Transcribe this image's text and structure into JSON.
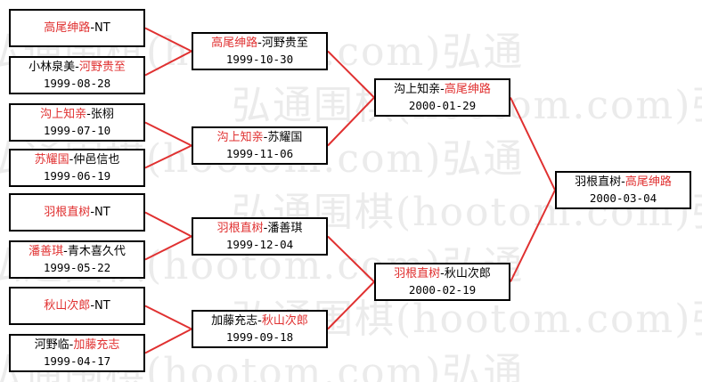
{
  "watermark": {
    "text": "弘通围棋(hootom.com)弘通"
  },
  "colors": {
    "winner": "#e03030",
    "line": "#e03030",
    "border": "#000000"
  },
  "rounds": [
    {
      "matches": [
        {
          "p1": "高尾绅路",
          "p2": "NT",
          "winner": 1,
          "date": ""
        },
        {
          "p1": "小林泉美",
          "p2": "河野贵至",
          "winner": 2,
          "date": "1999-08-28"
        },
        {
          "p1": "沟上知亲",
          "p2": "张栩",
          "winner": 1,
          "date": "1999-07-10"
        },
        {
          "p1": "苏耀国",
          "p2": "仲邑信也",
          "winner": 1,
          "date": "1999-06-19"
        },
        {
          "p1": "羽根直树",
          "p2": "NT",
          "winner": 1,
          "date": ""
        },
        {
          "p1": "潘善琪",
          "p2": "青木喜久代",
          "winner": 1,
          "date": "1999-05-22"
        },
        {
          "p1": "秋山次郎",
          "p2": "NT",
          "winner": 1,
          "date": ""
        },
        {
          "p1": "河野临",
          "p2": "加藤充志",
          "winner": 2,
          "date": "1999-04-17"
        }
      ]
    },
    {
      "matches": [
        {
          "p1": "高尾绅路",
          "p2": "河野贵至",
          "winner": 1,
          "date": "1999-10-30"
        },
        {
          "p1": "沟上知亲",
          "p2": "苏耀国",
          "winner": 1,
          "date": "1999-11-06"
        },
        {
          "p1": "羽根直树",
          "p2": "潘善琪",
          "winner": 1,
          "date": "1999-12-04"
        },
        {
          "p1": "加藤充志",
          "p2": "秋山次郎",
          "winner": 2,
          "date": "1999-09-18"
        }
      ]
    },
    {
      "matches": [
        {
          "p1": "沟上知亲",
          "p2": "高尾绅路",
          "winner": 2,
          "date": "2000-01-29"
        },
        {
          "p1": "羽根直树",
          "p2": "秋山次郎",
          "winner": 1,
          "date": "2000-02-19"
        }
      ]
    },
    {
      "matches": [
        {
          "p1": "羽根直树",
          "p2": "高尾绅路",
          "winner": 2,
          "date": "2000-03-04"
        }
      ]
    }
  ]
}
